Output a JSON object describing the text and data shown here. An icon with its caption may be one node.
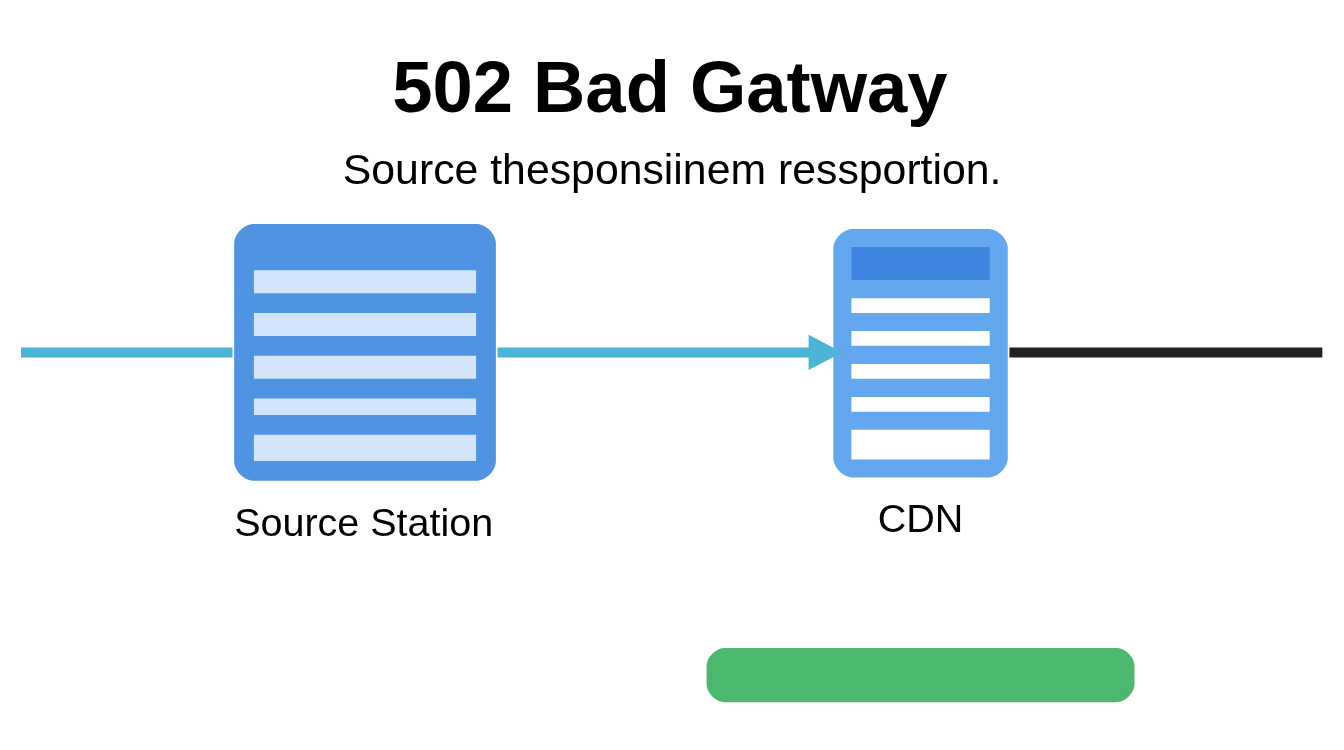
{
  "diagram": {
    "title": "502 Bad Gatway",
    "caption": "Source thesponsiinem ressportion.",
    "nodes": [
      {
        "text": [
          "Source Station"
        ]
      },
      {
        "text": [
          "CDN"
        ]
      },
      {
        "text": [],
        "shape": "bar"
      }
    ],
    "edges": [
      {
        "from": null,
        "to": 0,
        "arrow": "none"
      },
      {
        "from": 0,
        "to": 1,
        "arrow": "to"
      },
      {
        "from": 1,
        "to": null,
        "arrow": "none",
        "color": "#222222"
      }
    ]
  }
}
